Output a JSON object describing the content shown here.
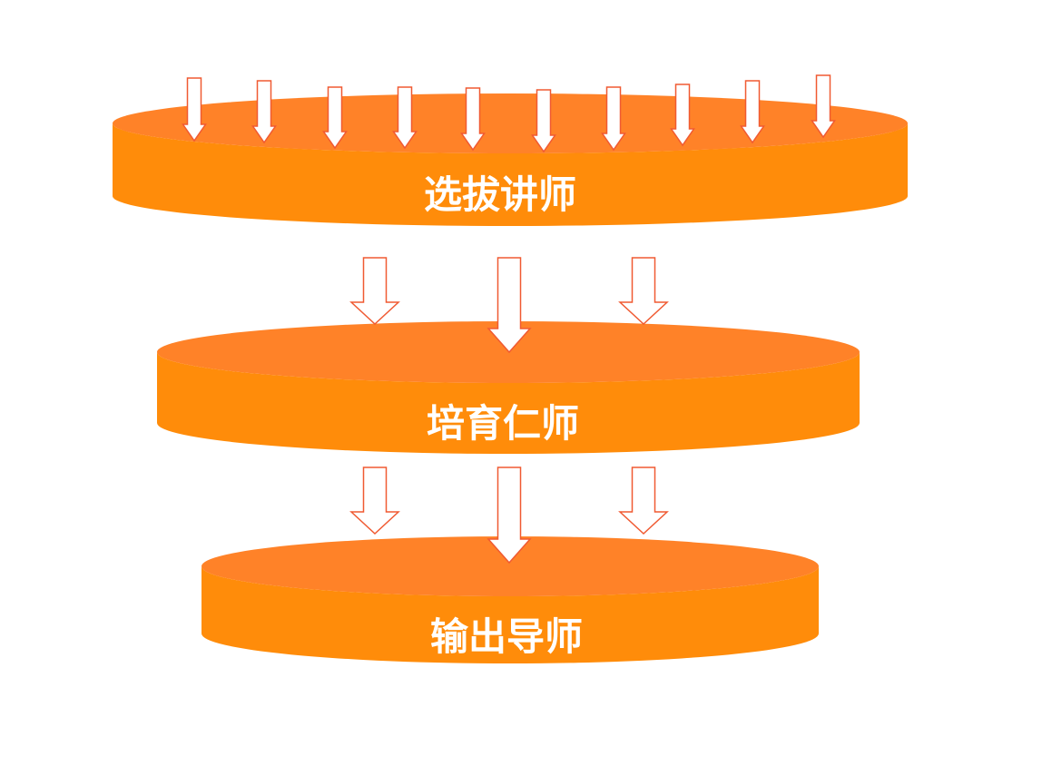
{
  "diagram": {
    "tiers": [
      {
        "label": "选拔讲师"
      },
      {
        "label": "培育仁师"
      },
      {
        "label": "输出导师"
      }
    ],
    "colors": {
      "tier_side": "#FF8C0A",
      "tier_top": "#FF8228",
      "arrow_fill": "#ffffff",
      "arrow_stroke": "#F05A32"
    }
  }
}
